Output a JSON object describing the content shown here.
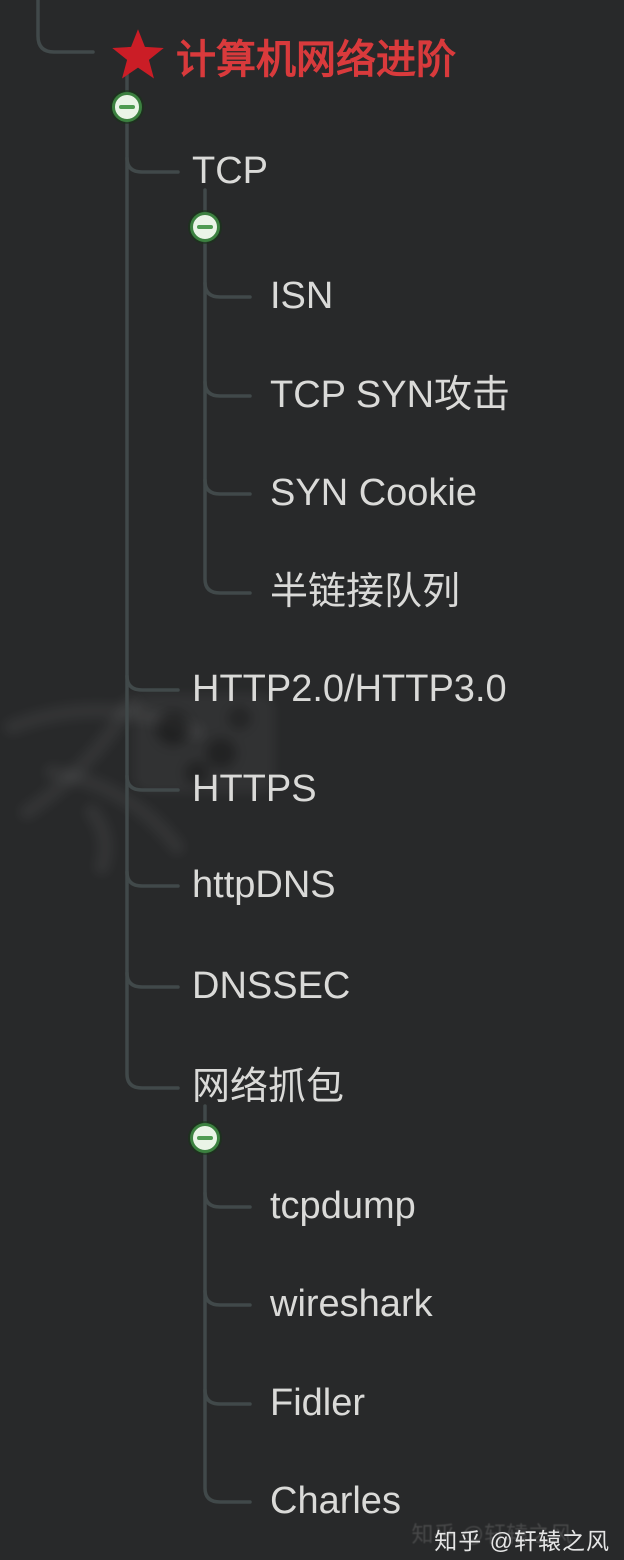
{
  "mindmap": {
    "root": {
      "label": "计算机网络进阶",
      "text_color": "#d93a3c",
      "icon": "star-icon",
      "icon_color": "#cb1d26"
    },
    "branches": [
      {
        "label": "TCP",
        "collapsed": false,
        "children": [
          "ISN",
          "TCP SYN攻击",
          "SYN Cookie",
          "半链接队列"
        ]
      },
      {
        "label": "HTTP2.0/HTTP3.0",
        "children": []
      },
      {
        "label": "HTTPS",
        "children": []
      },
      {
        "label": "httpDNS",
        "children": []
      },
      {
        "label": "DNSSEC",
        "children": []
      },
      {
        "label": "网络抓包",
        "collapsed": false,
        "children": [
          "tcpdump",
          "wireshark",
          "Fidler",
          "Charles"
        ]
      }
    ],
    "collapse_button": {
      "symbol": "minus",
      "ring_color": "#3c8140",
      "fill_color": "#eaf4e7",
      "minus_color": "#4f9b52"
    },
    "line_color": "#41494a",
    "node_text_color": "#dadad8",
    "background_color": "#28292a"
  },
  "watermark": {
    "text": "知乎 @轩辕之风",
    "site": "知乎",
    "author": "@轩辕之风"
  }
}
